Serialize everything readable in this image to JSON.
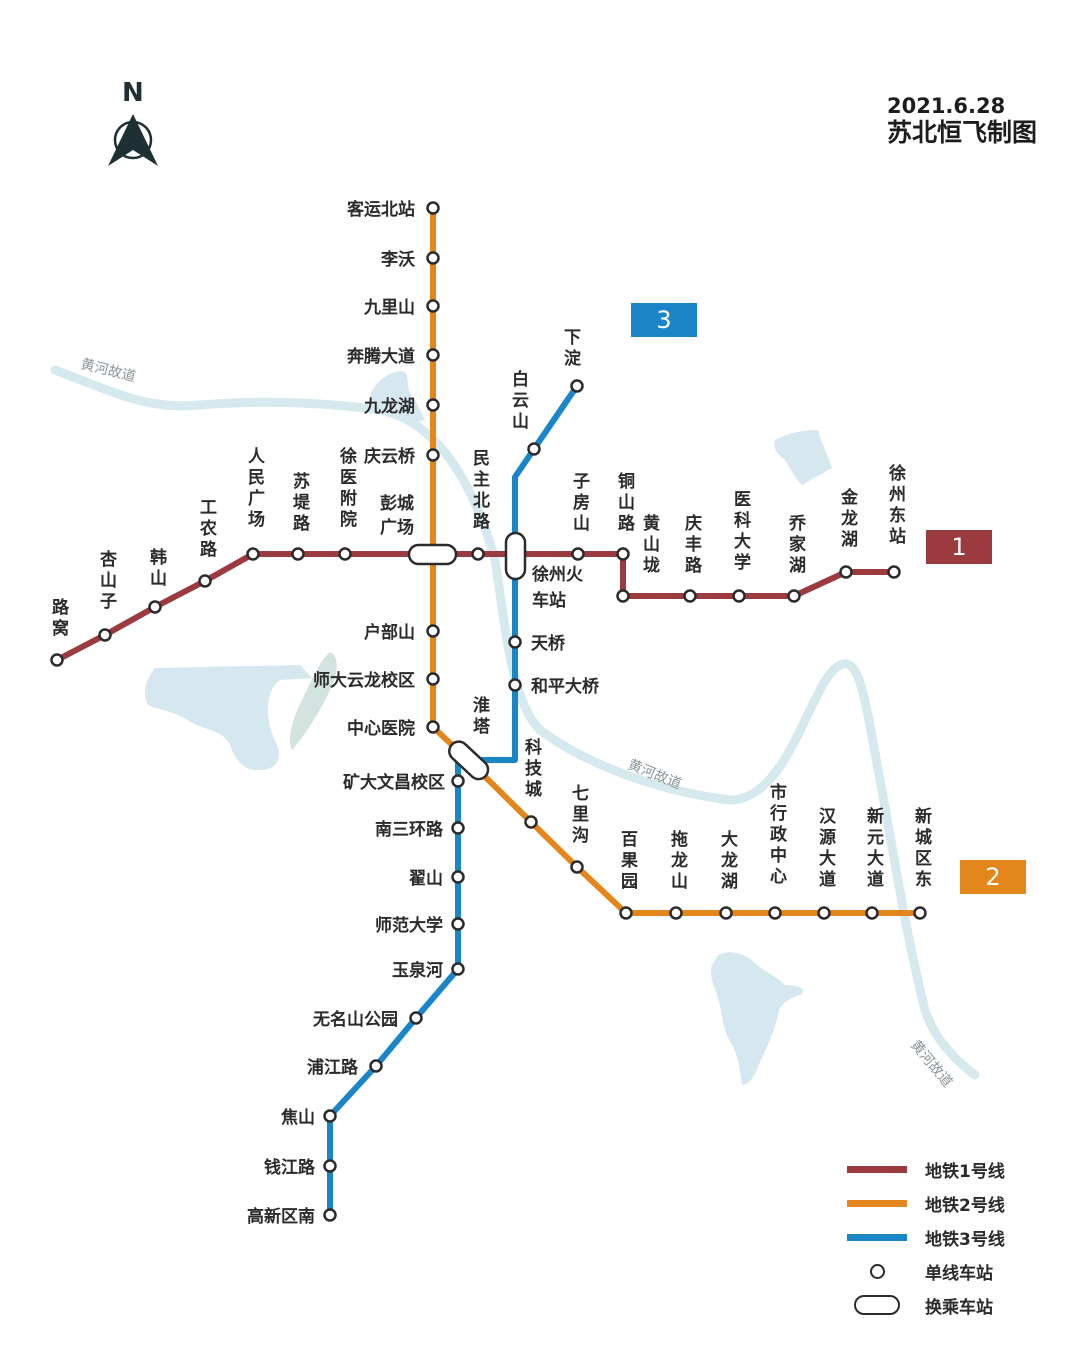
{
  "header": {
    "date": "2021.6.28",
    "credit": "苏北恒飞制图"
  },
  "compass": {
    "label": "N"
  },
  "colors": {
    "line1": "#9b3a3f",
    "line2": "#e3861b",
    "line3": "#1a86c8",
    "river": "#d6e9ee",
    "lake": "#d6e8ef",
    "park": "#d3e3df"
  },
  "badges": [
    {
      "label": "1",
      "color": "#9b3a3f"
    },
    {
      "label": "2",
      "color": "#e3861b"
    },
    {
      "label": "3",
      "color": "#1a86c8"
    }
  ],
  "river_labels": [
    "黄河故道",
    "黄河故道",
    "黄河故道"
  ],
  "lines": {
    "line1": {
      "name": "地铁1号线",
      "stations": [
        "路窝",
        "杏山子",
        "韩山",
        "工农路",
        "人民广场",
        "苏堤路",
        "徐医附院",
        "彭城广场",
        "民主北路",
        "徐州火车站",
        "子房山",
        "铜山路",
        "黄山垅",
        "庆丰路",
        "医科大学",
        "乔家湖",
        "金龙湖",
        "徐州东站"
      ]
    },
    "line2": {
      "name": "地铁2号线",
      "stations": [
        "客运北站",
        "李沃",
        "九里山",
        "奔腾大道",
        "九龙湖",
        "庆云桥",
        "彭城广场",
        "户部山",
        "师大云龙校区",
        "中心医院",
        "淮塔",
        "科技城",
        "七里沟",
        "百果园",
        "拖龙山",
        "大龙湖",
        "市行政中心",
        "汉源大道",
        "新元大道",
        "新城区东"
      ]
    },
    "line3": {
      "name": "地铁3号线",
      "stations": [
        "下淀",
        "白云山",
        "徐州火车站",
        "天桥",
        "和平大桥",
        "淮塔",
        "矿大文昌校区",
        "南三环路",
        "翟山",
        "师范大学",
        "玉泉河",
        "无名山公园",
        "浦江路",
        "焦山",
        "钱江路",
        "高新区南"
      ]
    }
  },
  "legend": {
    "items": [
      {
        "type": "line",
        "label": "地铁1号线",
        "color": "#9b3a3f"
      },
      {
        "type": "line",
        "label": "地铁2号线",
        "color": "#e3861b"
      },
      {
        "type": "line",
        "label": "地铁3号线",
        "color": "#1a86c8"
      },
      {
        "type": "station",
        "label": "单线车站"
      },
      {
        "type": "interchange",
        "label": "换乘车站"
      }
    ]
  }
}
